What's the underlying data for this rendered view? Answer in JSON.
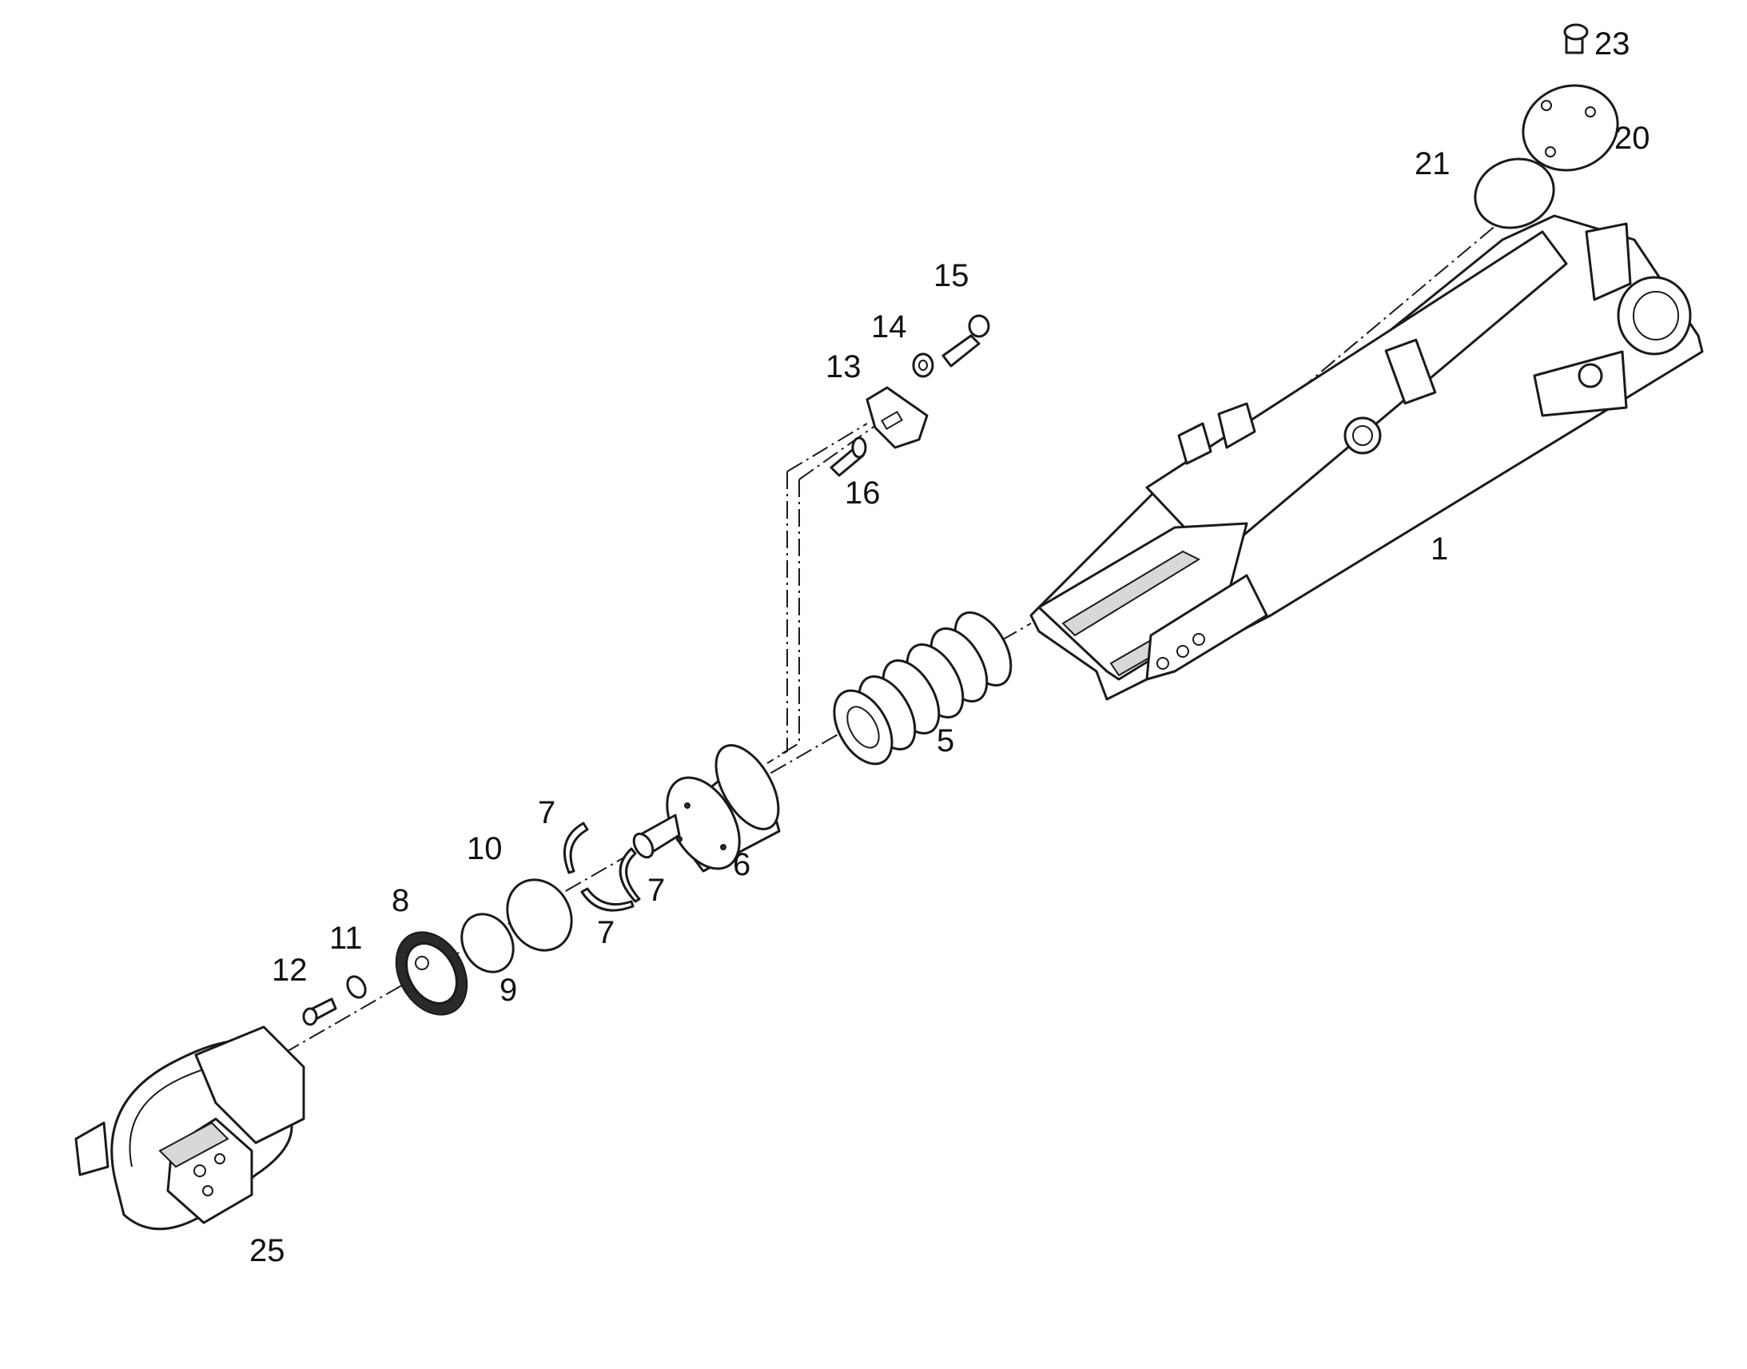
{
  "callouts": {
    "c1": "1",
    "c5": "5",
    "c6": "6",
    "c7a": "7",
    "c7b": "7",
    "c7c": "7",
    "c8": "8",
    "c9": "9",
    "c10": "10",
    "c11": "11",
    "c12": "12",
    "c13": "13",
    "c14": "14",
    "c15": "15",
    "c16": "16",
    "c20": "20",
    "c21": "21",
    "c23": "23",
    "c25": "25"
  }
}
